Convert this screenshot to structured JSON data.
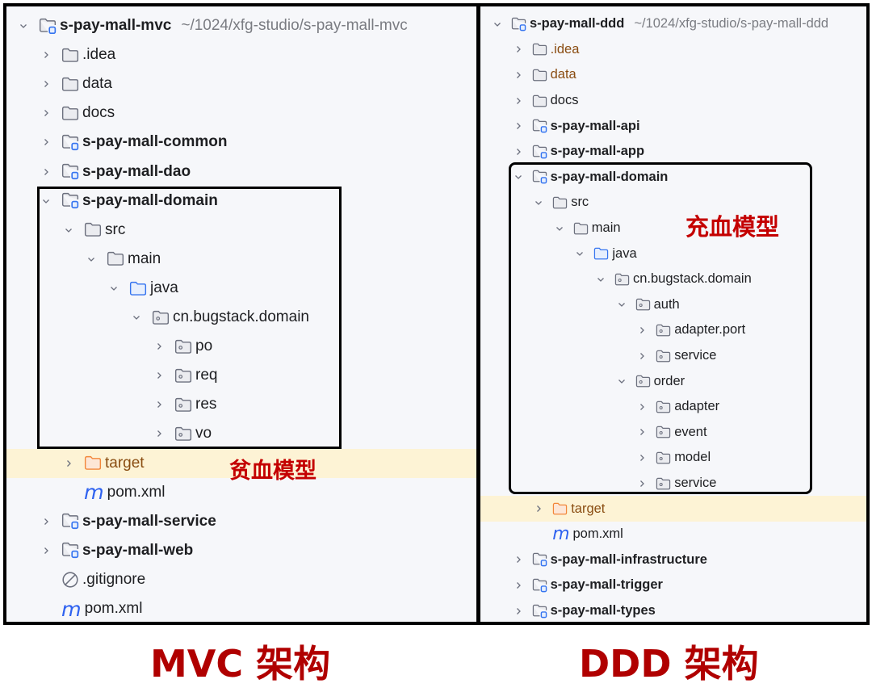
{
  "colors": {
    "panel_bg": "#f6f7fa",
    "highlight_row": "#fdf3d5",
    "annotation_red": "#c40000",
    "caption_red": "#b00000",
    "module_badge_blue": "#3574f0",
    "java_folder_blue": "#3574f0",
    "target_folder_orange": "#f2873a",
    "excluded_text_brown": "#8a4d12"
  },
  "mvc": {
    "caption": "MVC 架构",
    "annotation": "贫血模型",
    "tree": [
      {
        "depth": 0,
        "expanded": true,
        "icon": "module-folder-icon",
        "label": "s-pay-mall-mvc",
        "path": "~/1024/xfg-studio/s-pay-mall-mvc",
        "bold": true
      },
      {
        "depth": 1,
        "expanded": false,
        "icon": "folder-icon",
        "label": ".idea"
      },
      {
        "depth": 1,
        "expanded": false,
        "icon": "folder-icon",
        "label": "data"
      },
      {
        "depth": 1,
        "expanded": false,
        "icon": "folder-icon",
        "label": "docs"
      },
      {
        "depth": 1,
        "expanded": false,
        "icon": "module-folder-icon",
        "label": "s-pay-mall-common",
        "bold": true
      },
      {
        "depth": 1,
        "expanded": false,
        "icon": "module-folder-icon",
        "label": "s-pay-mall-dao",
        "bold": true
      },
      {
        "depth": 1,
        "expanded": true,
        "icon": "module-folder-icon",
        "label": "s-pay-mall-domain",
        "bold": true
      },
      {
        "depth": 2,
        "expanded": true,
        "icon": "folder-icon",
        "label": "src"
      },
      {
        "depth": 3,
        "expanded": true,
        "icon": "folder-icon",
        "label": "main"
      },
      {
        "depth": 4,
        "expanded": true,
        "icon": "source-folder-icon",
        "label": "java"
      },
      {
        "depth": 5,
        "expanded": true,
        "icon": "package-icon",
        "label": "cn.bugstack.domain"
      },
      {
        "depth": 6,
        "expanded": false,
        "icon": "package-icon",
        "label": "po"
      },
      {
        "depth": 6,
        "expanded": false,
        "icon": "package-icon",
        "label": "req"
      },
      {
        "depth": 6,
        "expanded": false,
        "icon": "package-icon",
        "label": "res"
      },
      {
        "depth": 6,
        "expanded": false,
        "icon": "package-icon",
        "label": "vo"
      },
      {
        "depth": 2,
        "expanded": false,
        "icon": "excluded-folder-icon",
        "label": "target",
        "highlight": true,
        "brown": true
      },
      {
        "depth": 2,
        "leaf": true,
        "icon": "maven-icon",
        "label": "pom.xml"
      },
      {
        "depth": 1,
        "expanded": false,
        "icon": "module-folder-icon",
        "label": "s-pay-mall-service",
        "bold": true
      },
      {
        "depth": 1,
        "expanded": false,
        "icon": "module-folder-icon",
        "label": "s-pay-mall-web",
        "bold": true
      },
      {
        "depth": 1,
        "leaf": true,
        "icon": "ignored-file-icon",
        "label": ".gitignore"
      },
      {
        "depth": 1,
        "leaf": true,
        "icon": "maven-icon",
        "label": "pom.xml"
      }
    ]
  },
  "ddd": {
    "caption": "DDD 架构",
    "annotation": "充血模型",
    "tree": [
      {
        "depth": 0,
        "expanded": true,
        "icon": "module-folder-icon",
        "label": "s-pay-mall-ddd",
        "path": "~/1024/xfg-studio/s-pay-mall-ddd",
        "bold": true
      },
      {
        "depth": 1,
        "expanded": false,
        "icon": "folder-icon",
        "label": ".idea",
        "brown": true
      },
      {
        "depth": 1,
        "expanded": false,
        "icon": "folder-icon",
        "label": "data",
        "brown": true
      },
      {
        "depth": 1,
        "expanded": false,
        "icon": "folder-icon",
        "label": "docs"
      },
      {
        "depth": 1,
        "expanded": false,
        "icon": "module-folder-icon",
        "label": "s-pay-mall-api",
        "bold": true
      },
      {
        "depth": 1,
        "expanded": false,
        "icon": "module-folder-icon",
        "label": "s-pay-mall-app",
        "bold": true
      },
      {
        "depth": 1,
        "expanded": true,
        "icon": "module-folder-icon",
        "label": "s-pay-mall-domain",
        "bold": true
      },
      {
        "depth": 2,
        "expanded": true,
        "icon": "folder-icon",
        "label": "src"
      },
      {
        "depth": 3,
        "expanded": true,
        "icon": "folder-icon",
        "label": "main"
      },
      {
        "depth": 4,
        "expanded": true,
        "icon": "source-folder-icon",
        "label": "java"
      },
      {
        "depth": 5,
        "expanded": true,
        "icon": "package-icon",
        "label": "cn.bugstack.domain"
      },
      {
        "depth": 6,
        "expanded": true,
        "icon": "package-icon",
        "label": "auth"
      },
      {
        "depth": 7,
        "expanded": false,
        "icon": "package-icon",
        "label": "adapter.port"
      },
      {
        "depth": 7,
        "expanded": false,
        "icon": "package-icon",
        "label": "service"
      },
      {
        "depth": 6,
        "expanded": true,
        "icon": "package-icon",
        "label": "order"
      },
      {
        "depth": 7,
        "expanded": false,
        "icon": "package-icon",
        "label": "adapter"
      },
      {
        "depth": 7,
        "expanded": false,
        "icon": "package-icon",
        "label": "event"
      },
      {
        "depth": 7,
        "expanded": false,
        "icon": "package-icon",
        "label": "model"
      },
      {
        "depth": 7,
        "expanded": false,
        "icon": "package-icon",
        "label": "service"
      },
      {
        "depth": 2,
        "expanded": false,
        "icon": "excluded-folder-icon",
        "label": "target",
        "highlight": true,
        "brown": true
      },
      {
        "depth": 2,
        "leaf": true,
        "icon": "maven-icon",
        "label": "pom.xml"
      },
      {
        "depth": 1,
        "expanded": false,
        "icon": "module-folder-icon",
        "label": "s-pay-mall-infrastructure",
        "bold": true
      },
      {
        "depth": 1,
        "expanded": false,
        "icon": "module-folder-icon",
        "label": "s-pay-mall-trigger",
        "bold": true
      },
      {
        "depth": 1,
        "expanded": false,
        "icon": "module-folder-icon",
        "label": "s-pay-mall-types",
        "bold": true
      }
    ]
  }
}
